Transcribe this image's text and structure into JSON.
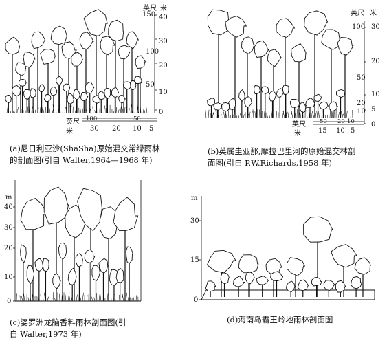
{
  "panels": [
    {
      "id": "a",
      "caption_line1": "(a)尼日利亚沙(ShaSha)原始混交常绿雨林",
      "caption_line2": "的剖面图(引自 Walter,1964—1968 年)",
      "unit_feet": "英尺",
      "unit_m": "米",
      "right_ticks_ft": [
        "150",
        "100",
        "50"
      ],
      "right_ticks_m": [
        "40",
        "30",
        "20",
        "10",
        "0"
      ],
      "bottom_ticks_ft": [
        "100",
        "50"
      ],
      "bottom_ticks_m": [
        "30",
        "20",
        "10",
        "5"
      ]
    },
    {
      "id": "b",
      "caption_line1": "(b)英属圭亚那,摩拉巴里河的原始混交林剖",
      "caption_line2": "面图(引自 P.W.Richards,1958 年)",
      "unit_feet": "英尺",
      "unit_m": "米",
      "right_ticks_ft": [
        "100",
        "50",
        "20",
        "10"
      ],
      "right_ticks_m": [
        "30",
        "20",
        "10",
        "5",
        "0"
      ],
      "bottom_ticks_ft": [
        "50",
        "20",
        "10"
      ],
      "bottom_ticks_m": [
        "15",
        "10",
        "5"
      ]
    },
    {
      "id": "c",
      "caption_line1": "(c)婆罗洲龙脑香料雨林剖面图(引",
      "caption_line2": "自 Walter,1973 年)",
      "unit_m": "m",
      "left_ticks": [
        "40",
        "30",
        "20",
        "10",
        "0"
      ]
    },
    {
      "id": "d",
      "caption_line1": "(d)海南岛霸王岭地雨林剖面图",
      "unit_m": "m",
      "left_ticks": [
        "30",
        "15",
        "0"
      ]
    }
  ]
}
